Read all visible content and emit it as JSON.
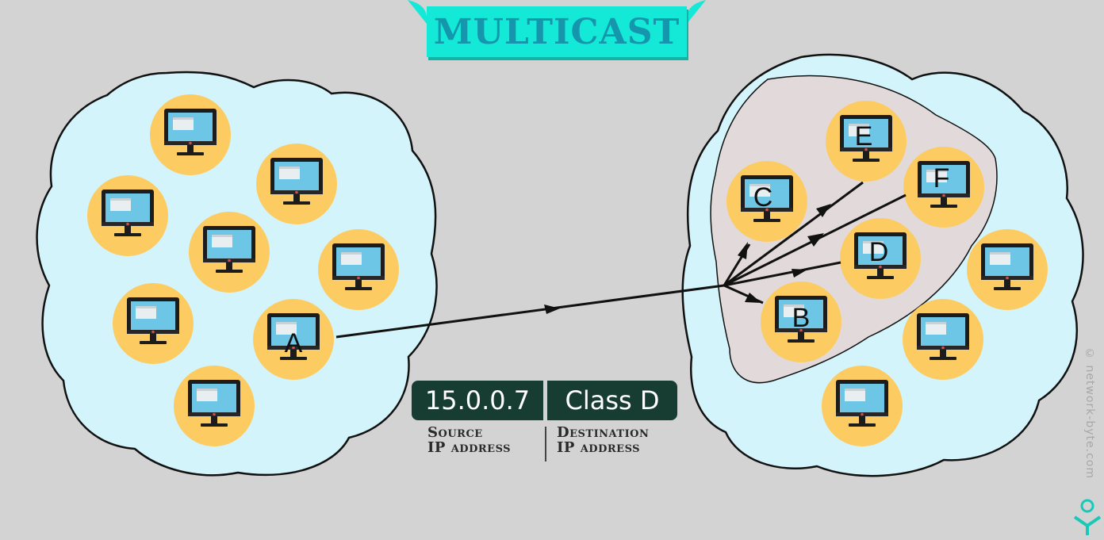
{
  "title": "MULTICAST",
  "hosts": {
    "A": "A",
    "B": "B",
    "C": "C",
    "D": "D",
    "E": "E",
    "F": "F"
  },
  "address": {
    "source_value": "15.0.0.7",
    "destination_value": "Class D",
    "source_label_line1": "Source",
    "source_label_line2": "IP address",
    "destination_label_line1": "Destination",
    "destination_label_line2": "IP address"
  },
  "copyright": "© network-byte.com",
  "colors": {
    "background": "#d3d3d3",
    "cloud": "#d4f4fb",
    "group": "#e2dada",
    "host_circle": "#fccc63",
    "monitor_screen": "#6ec6e6",
    "title_bg": "#14e8d6",
    "title_text": "#1696ac",
    "address_box": "#173d33"
  }
}
